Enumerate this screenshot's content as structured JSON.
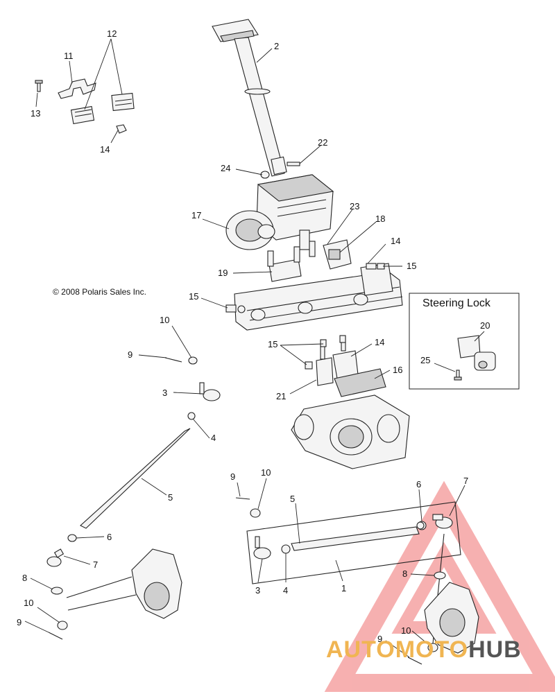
{
  "copyright": "© 2008 Polaris Sales Inc.",
  "steering_lock_title": "Steering Lock",
  "watermark": {
    "part1": "AUTOMOTO",
    "part2": "HUB"
  },
  "callouts": [
    {
      "id": "c12",
      "text": "12"
    },
    {
      "id": "c11",
      "text": "11"
    },
    {
      "id": "c13",
      "text": "13"
    },
    {
      "id": "c14a",
      "text": "14"
    },
    {
      "id": "c2",
      "text": "2"
    },
    {
      "id": "c22",
      "text": "22"
    },
    {
      "id": "c24",
      "text": "24"
    },
    {
      "id": "c17",
      "text": "17"
    },
    {
      "id": "c23",
      "text": "23"
    },
    {
      "id": "c18",
      "text": "18"
    },
    {
      "id": "c14b",
      "text": "14"
    },
    {
      "id": "c19",
      "text": "19"
    },
    {
      "id": "c15a",
      "text": "15"
    },
    {
      "id": "c15b",
      "text": "15"
    },
    {
      "id": "c15c",
      "text": "15"
    },
    {
      "id": "c14c",
      "text": "14"
    },
    {
      "id": "c16",
      "text": "16"
    },
    {
      "id": "c21",
      "text": "21"
    },
    {
      "id": "c10a",
      "text": "10"
    },
    {
      "id": "c9a",
      "text": "9"
    },
    {
      "id": "c3a",
      "text": "3"
    },
    {
      "id": "c4a",
      "text": "4"
    },
    {
      "id": "c5a",
      "text": "5"
    },
    {
      "id": "c6a",
      "text": "6"
    },
    {
      "id": "c7a",
      "text": "7"
    },
    {
      "id": "c8a",
      "text": "8"
    },
    {
      "id": "c10b",
      "text": "10"
    },
    {
      "id": "c9b",
      "text": "9"
    },
    {
      "id": "c20",
      "text": "20"
    },
    {
      "id": "c25",
      "text": "25"
    },
    {
      "id": "c9c",
      "text": "9"
    },
    {
      "id": "c10c",
      "text": "10"
    },
    {
      "id": "c5b",
      "text": "5"
    },
    {
      "id": "c6b",
      "text": "6"
    },
    {
      "id": "c7b",
      "text": "7"
    },
    {
      "id": "c3b",
      "text": "3"
    },
    {
      "id": "c4b",
      "text": "4"
    },
    {
      "id": "c1",
      "text": "1"
    },
    {
      "id": "c8b",
      "text": "8"
    },
    {
      "id": "c9d",
      "text": "9"
    },
    {
      "id": "c10d",
      "text": "10"
    }
  ]
}
